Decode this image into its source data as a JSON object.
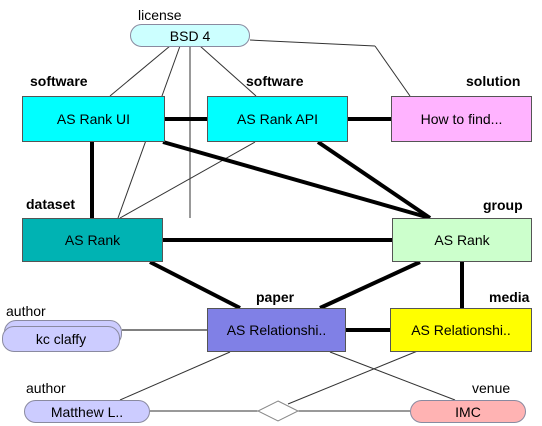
{
  "nodes": {
    "license": {
      "type": "license",
      "label": "BSD 4",
      "color": "#ccffff"
    },
    "as_rank_ui": {
      "type": "software",
      "label": "AS Rank UI",
      "color": "#00ffff"
    },
    "as_rank_api": {
      "type": "software",
      "label": "AS Rank API",
      "color": "#00ffff"
    },
    "how_to_find": {
      "type": "solution",
      "label": "How to find...",
      "color": "#ffb3ff"
    },
    "as_rank_dataset": {
      "type": "dataset",
      "label": "AS Rank",
      "color": "#00b3b3"
    },
    "as_rank_group": {
      "type": "group",
      "label": "AS Rank",
      "color": "#ccffcc"
    },
    "kc_claffy": {
      "type": "author",
      "label": "kc claffy",
      "color": "#ccccff"
    },
    "as_rel_paper": {
      "type": "paper",
      "label": "AS Relationshi..",
      "color": "#8080e6"
    },
    "as_rel_media": {
      "type": "media",
      "label": "AS Relationshi..",
      "color": "#ffff00"
    },
    "matthew": {
      "type": "author",
      "label": "Matthew L..",
      "color": "#ccccff"
    },
    "imc": {
      "type": "venue",
      "label": "IMC",
      "color": "#ffb3b3"
    }
  }
}
